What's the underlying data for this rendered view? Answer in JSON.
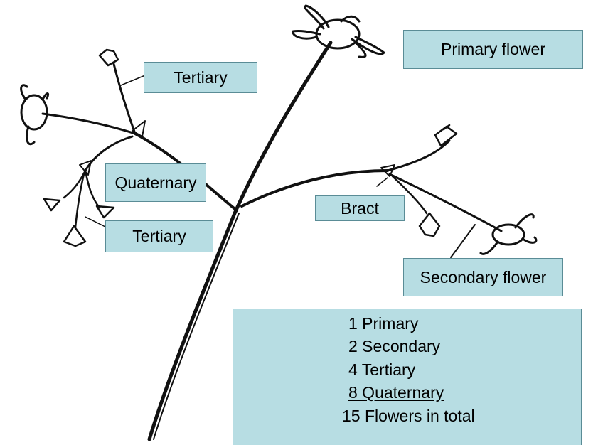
{
  "labels": {
    "primary_flower": "Primary flower",
    "tertiary_top": "Tertiary",
    "quaternary": "Quaternary",
    "tertiary_bottom": "Tertiary",
    "bract": "Bract",
    "secondary_flower": "Secondary flower"
  },
  "counts": {
    "primary": "1 Primary",
    "secondary": "2 Secondary",
    "tertiary": "4 Tertiary",
    "quaternary": "8 Quaternary",
    "total": "15 Flowers in total"
  }
}
